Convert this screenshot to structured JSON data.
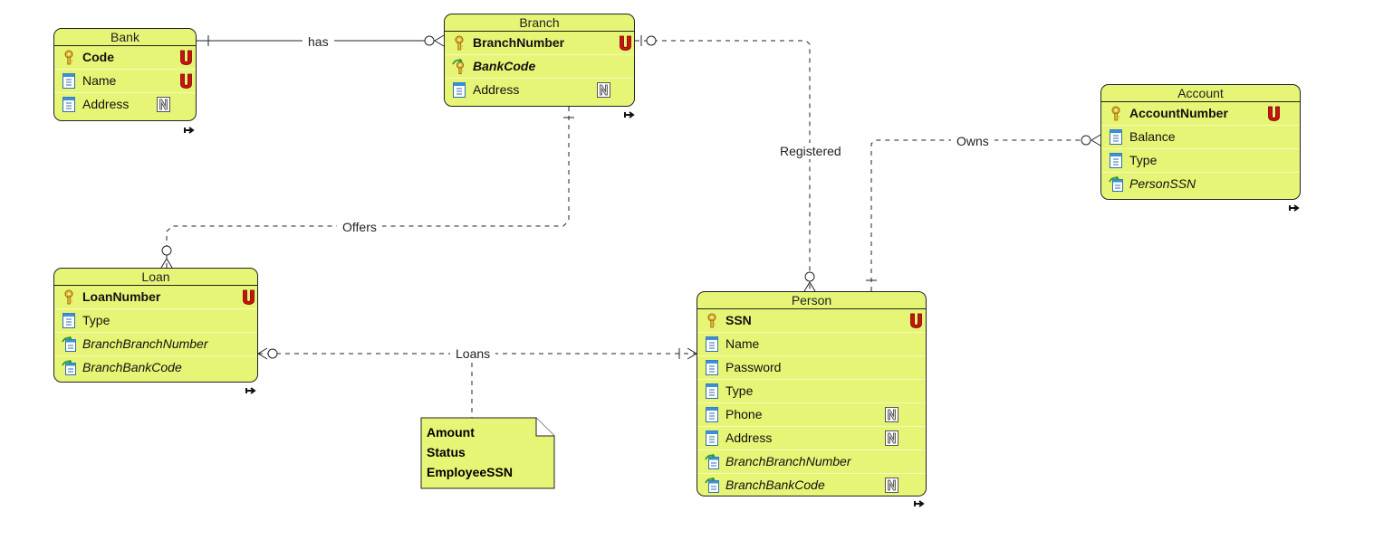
{
  "entities": {
    "bank": {
      "title": "Bank",
      "rows": [
        {
          "label": "Code",
          "kind": "pk",
          "badge": "U"
        },
        {
          "label": "Name",
          "kind": "col",
          "badge": "U"
        },
        {
          "label": "Address",
          "kind": "col",
          "badge": "N"
        }
      ]
    },
    "branch": {
      "title": "Branch",
      "rows": [
        {
          "label": "BranchNumber",
          "kind": "pk",
          "badge": "U"
        },
        {
          "label": "BankCode",
          "kind": "pkfk",
          "badge": ""
        },
        {
          "label": "Address",
          "kind": "col",
          "badge": "N"
        }
      ]
    },
    "account": {
      "title": "Account",
      "rows": [
        {
          "label": "AccountNumber",
          "kind": "pk",
          "badge": "U"
        },
        {
          "label": "Balance",
          "kind": "col",
          "badge": ""
        },
        {
          "label": "Type",
          "kind": "col",
          "badge": ""
        },
        {
          "label": "PersonSSN",
          "kind": "fk",
          "badge": ""
        }
      ]
    },
    "loan": {
      "title": "Loan",
      "rows": [
        {
          "label": "LoanNumber",
          "kind": "pk",
          "badge": "U"
        },
        {
          "label": "Type",
          "kind": "col",
          "badge": ""
        },
        {
          "label": "BranchBranchNumber",
          "kind": "fk",
          "badge": ""
        },
        {
          "label": "BranchBankCode",
          "kind": "fk",
          "badge": ""
        }
      ]
    },
    "person": {
      "title": "Person",
      "rows": [
        {
          "label": "SSN",
          "kind": "pk",
          "badge": "U"
        },
        {
          "label": "Name",
          "kind": "col",
          "badge": ""
        },
        {
          "label": "Password",
          "kind": "col",
          "badge": ""
        },
        {
          "label": "Type",
          "kind": "col",
          "badge": ""
        },
        {
          "label": "Phone",
          "kind": "col",
          "badge": "N"
        },
        {
          "label": "Address",
          "kind": "col",
          "badge": "N"
        },
        {
          "label": "BranchBranchNumber",
          "kind": "fk",
          "badge": ""
        },
        {
          "label": "BranchBankCode",
          "kind": "fk",
          "badge": "N"
        }
      ]
    }
  },
  "relationships": {
    "has": "has",
    "registered": "Registered",
    "owns": "Owns",
    "offers": "Offers",
    "loans": "Loans"
  },
  "note": {
    "lines": [
      "Amount",
      "Status",
      "EmployeeSSN"
    ]
  },
  "colors": {
    "entity_fill": "#e7f576",
    "border": "#222222",
    "unique_badge": "#cc1111",
    "key_icon": "#e8b830",
    "column_icon": "#3c8fd8",
    "fk_arrow": "#2e9a3a"
  }
}
